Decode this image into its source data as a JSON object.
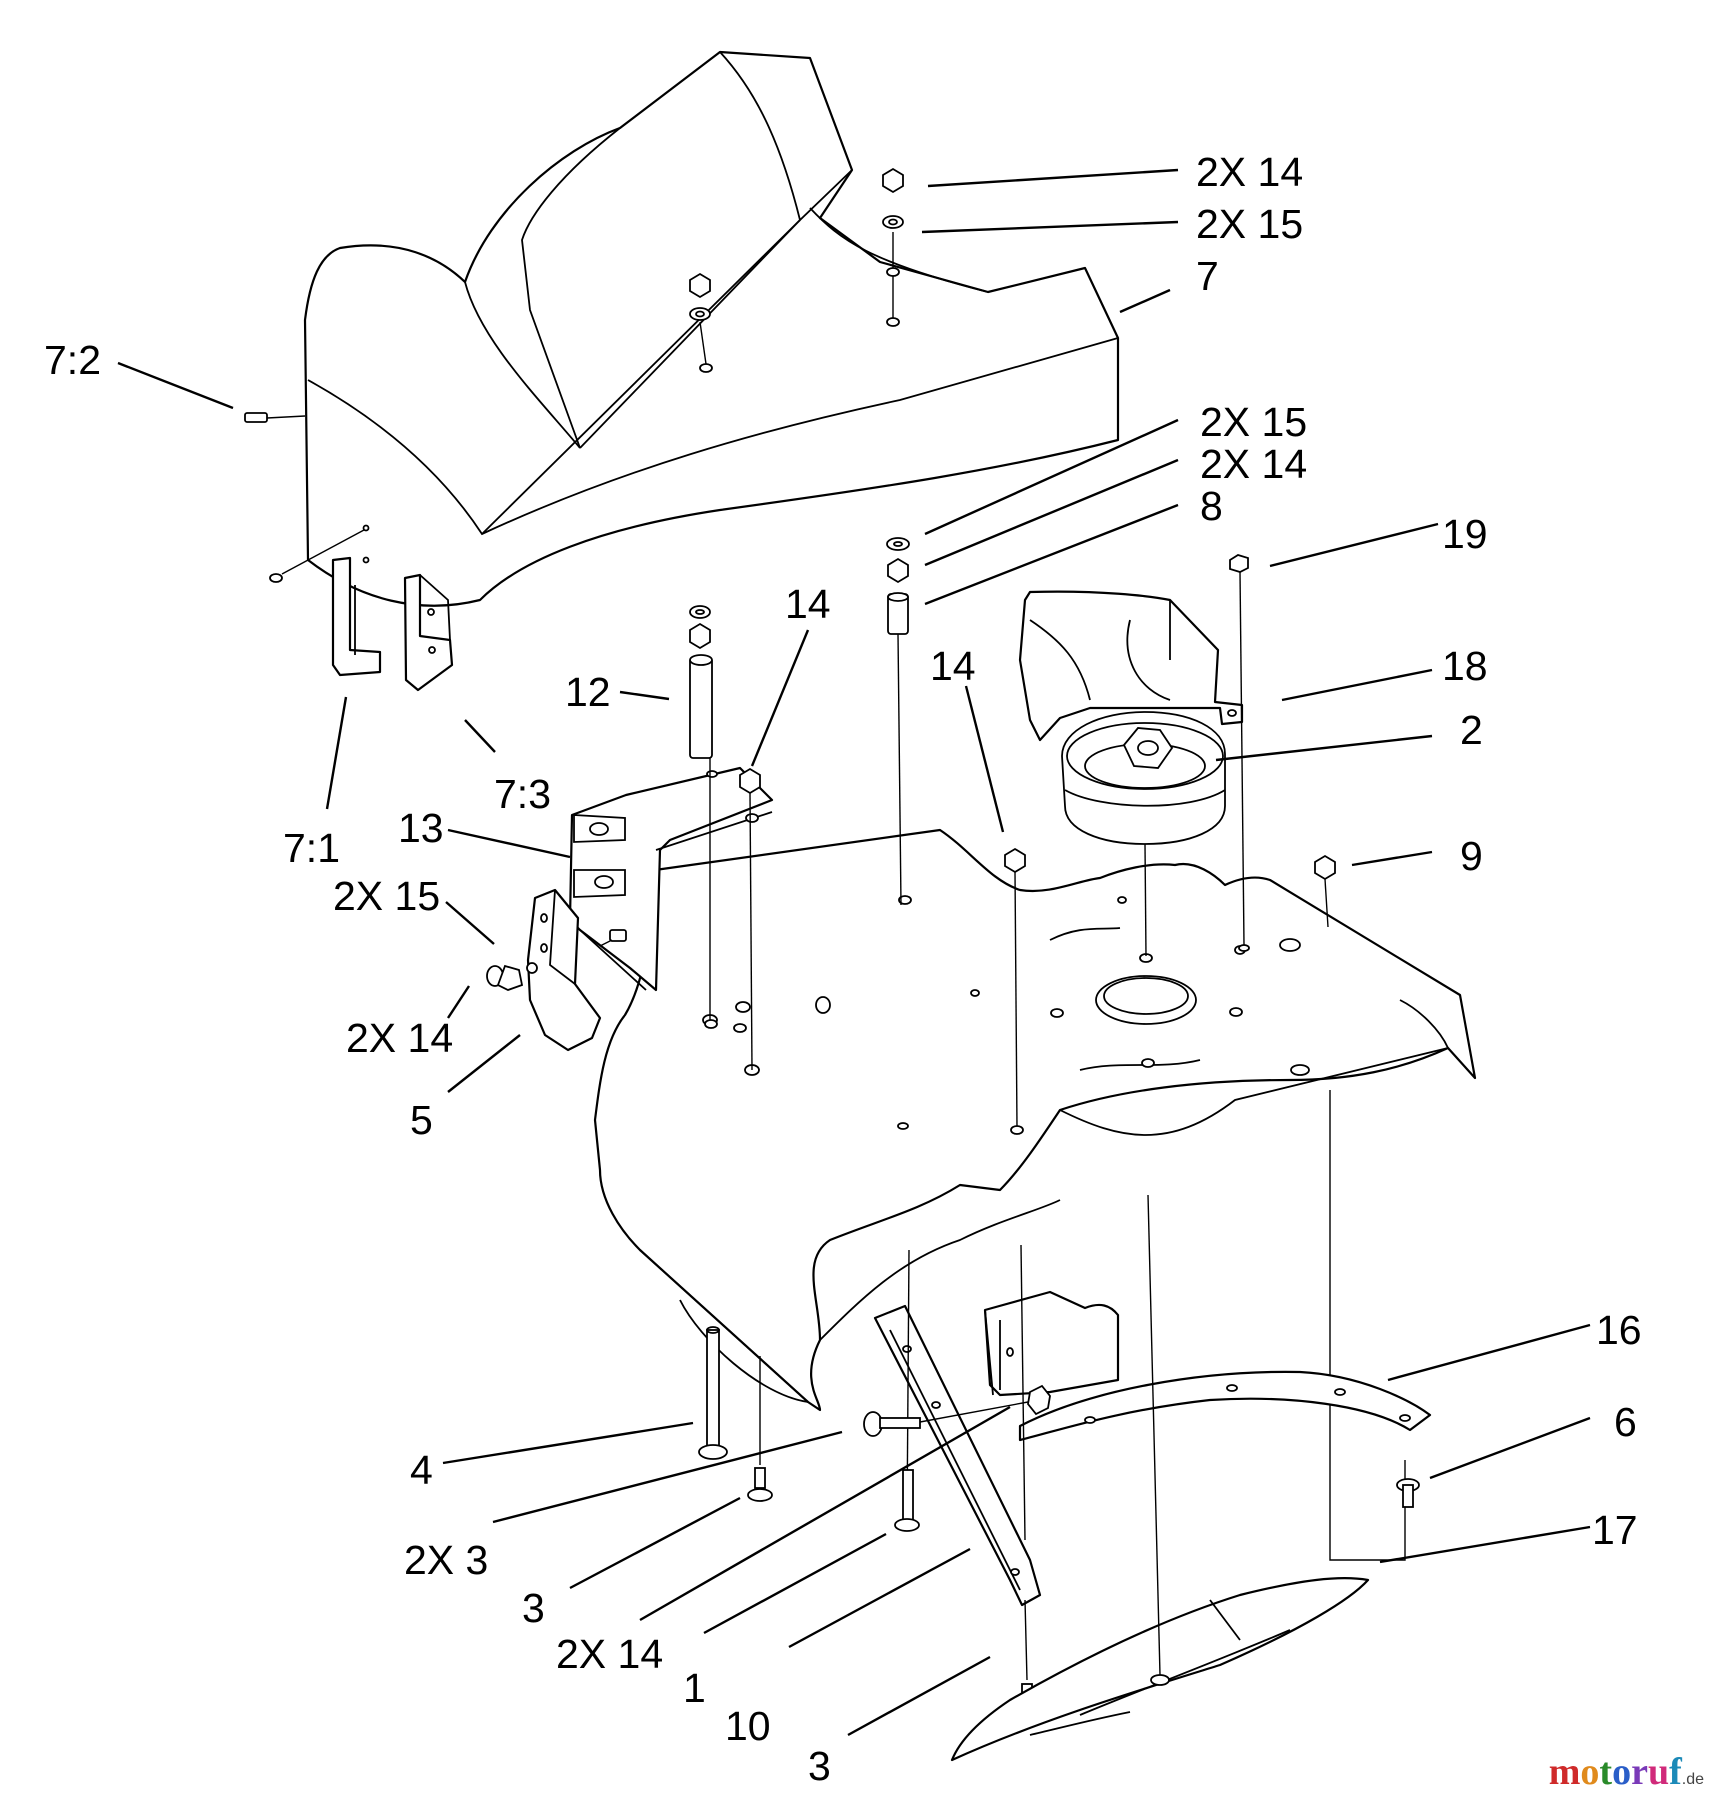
{
  "callouts": [
    {
      "id": "c01",
      "text": "2X 14"
    },
    {
      "id": "c02",
      "text": "2X 15"
    },
    {
      "id": "c03",
      "text": "7"
    },
    {
      "id": "c04",
      "text": "7:2"
    },
    {
      "id": "c05",
      "text": "2X 15"
    },
    {
      "id": "c06",
      "text": "2X 14"
    },
    {
      "id": "c07",
      "text": "8"
    },
    {
      "id": "c08",
      "text": "19"
    },
    {
      "id": "c09",
      "text": "14"
    },
    {
      "id": "c10",
      "text": "12"
    },
    {
      "id": "c11",
      "text": "14"
    },
    {
      "id": "c12",
      "text": "18"
    },
    {
      "id": "c13",
      "text": "2"
    },
    {
      "id": "c14",
      "text": "7:3"
    },
    {
      "id": "c15",
      "text": "7:1"
    },
    {
      "id": "c16",
      "text": "13"
    },
    {
      "id": "c17",
      "text": "9"
    },
    {
      "id": "c18",
      "text": "2X 15"
    },
    {
      "id": "c19",
      "text": "2X 14"
    },
    {
      "id": "c20",
      "text": "5"
    },
    {
      "id": "c21",
      "text": "16"
    },
    {
      "id": "c22",
      "text": "6"
    },
    {
      "id": "c23",
      "text": "4"
    },
    {
      "id": "c24",
      "text": "2X 3"
    },
    {
      "id": "c25",
      "text": "17"
    },
    {
      "id": "c26",
      "text": "3"
    },
    {
      "id": "c27",
      "text": "2X 14"
    },
    {
      "id": "c28",
      "text": "1"
    },
    {
      "id": "c29",
      "text": "10"
    },
    {
      "id": "c30",
      "text": "3"
    }
  ],
  "watermark": {
    "m": "m",
    "o1": "o",
    "t": "t",
    "o2": "o",
    "r": "r",
    "u": "u",
    "f": "f",
    "de": ".de"
  }
}
